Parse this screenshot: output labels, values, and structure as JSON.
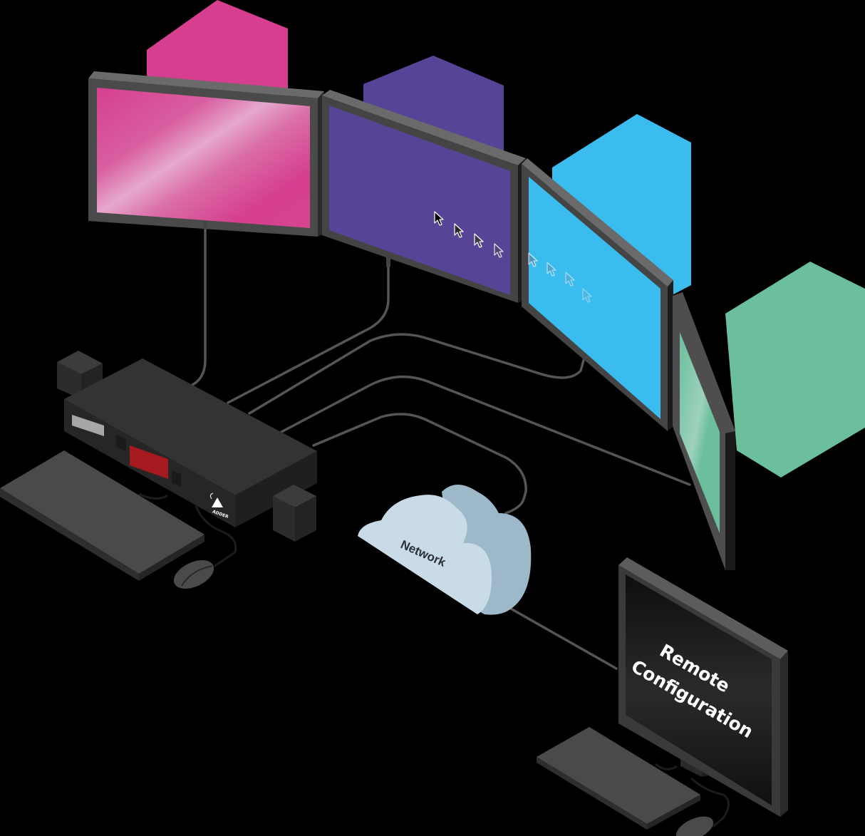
{
  "diagram": {
    "type": "isometric-system-diagram",
    "subject": "Multi-display KVM switch with network remote configuration",
    "colors": {
      "background": "#000000",
      "display_1": "#d63f8f",
      "display_2": "#584497",
      "display_3": "#3bbcee",
      "display_4": "#6bbf9d",
      "bezel": "#4a4a4a",
      "bezel_dark": "#1c1c1c",
      "device_body": "#2e2e2e",
      "device_panel": "#3a3a3a",
      "device_led": "#a51a1e",
      "device_slot": "#a7a7a7",
      "cable": "#555555",
      "cloud_front": "#c9dbe6",
      "cloud_side": "#9db8c9",
      "remote_screen": "#141414",
      "peripheral": "#4a4a4a"
    },
    "nodes": [
      {
        "id": "kvm-switch",
        "label": "",
        "kind": "device",
        "brand_logo": "ADDER"
      },
      {
        "id": "speaker-left",
        "kind": "speaker"
      },
      {
        "id": "speaker-right",
        "kind": "speaker"
      },
      {
        "id": "keyboard-local",
        "kind": "keyboard"
      },
      {
        "id": "mouse-local",
        "kind": "mouse"
      },
      {
        "id": "display-1",
        "kind": "display",
        "color": "#d63f8f"
      },
      {
        "id": "display-2",
        "kind": "display",
        "color": "#584497"
      },
      {
        "id": "display-3",
        "kind": "display",
        "color": "#3bbcee"
      },
      {
        "id": "display-4",
        "kind": "display",
        "color": "#6bbf9d"
      },
      {
        "id": "network",
        "label": "Network",
        "kind": "cloud"
      },
      {
        "id": "remote-workstation",
        "label": "Remote Configuration",
        "kind": "display"
      },
      {
        "id": "keyboard-remote",
        "kind": "keyboard"
      },
      {
        "id": "mouse-remote",
        "kind": "mouse"
      }
    ],
    "edges": [
      {
        "from": "kvm-switch",
        "to": "display-1"
      },
      {
        "from": "kvm-switch",
        "to": "display-2"
      },
      {
        "from": "kvm-switch",
        "to": "display-3"
      },
      {
        "from": "kvm-switch",
        "to": "display-4"
      },
      {
        "from": "kvm-switch",
        "to": "network"
      },
      {
        "from": "network",
        "to": "remote-workstation"
      },
      {
        "from": "kvm-switch",
        "to": "keyboard-local"
      },
      {
        "from": "kvm-switch",
        "to": "mouse-local"
      },
      {
        "from": "remote-workstation",
        "to": "keyboard-remote"
      },
      {
        "from": "remote-workstation",
        "to": "mouse-remote"
      }
    ],
    "annotations": {
      "cursor_trail": "Mouse cursor glides across display-2 into display-3 (8 arrow cursors, fading)"
    }
  },
  "labels": {
    "network": "Network",
    "remote_line1": "Remote",
    "remote_line2": "Configuration",
    "brand": "ADDER"
  }
}
